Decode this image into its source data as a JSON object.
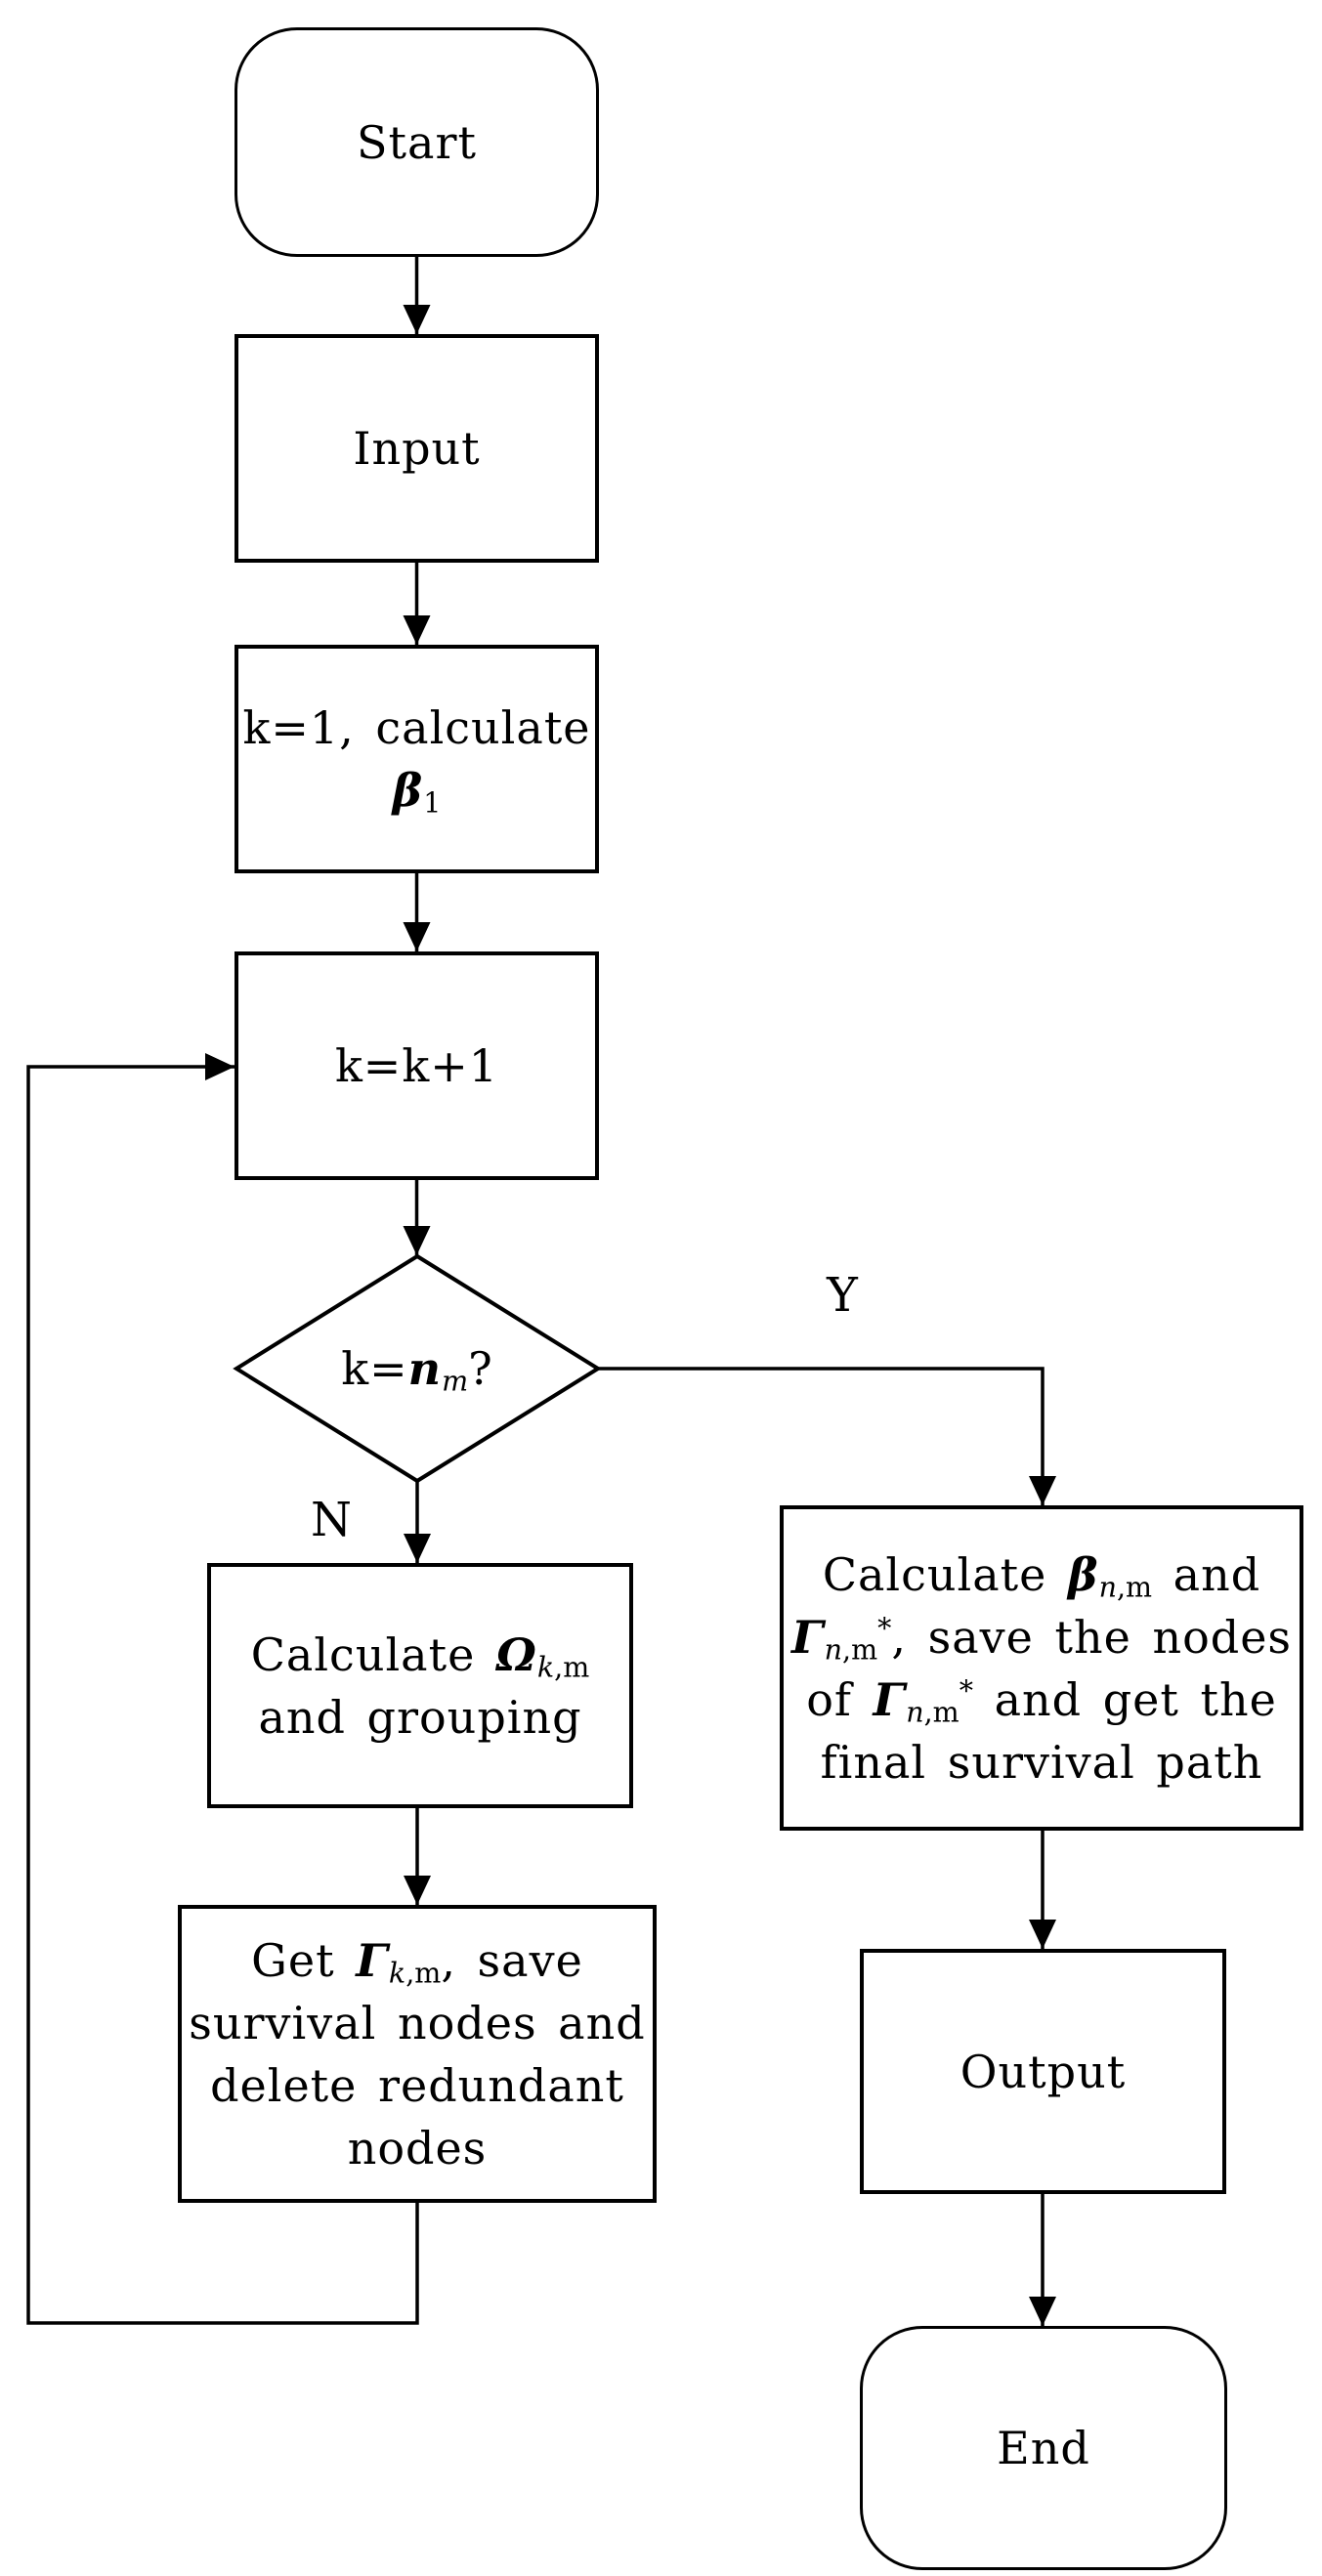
{
  "flowchart": {
    "type": "flowchart",
    "colors": {
      "stroke": "#000000",
      "background": "#ffffff",
      "text": "#000000"
    },
    "branch_labels": {
      "yes": "Y",
      "no": "N"
    },
    "nodes": {
      "start": {
        "shape": "rounded-terminator",
        "label": [
          [
            "n",
            "Start"
          ]
        ]
      },
      "input": {
        "shape": "rect",
        "label": [
          [
            "n",
            "Input"
          ]
        ]
      },
      "init": {
        "shape": "rect",
        "label": [
          [
            "n",
            "k=1, calculate"
          ],
          [
            "br"
          ],
          [
            "bi",
            "β"
          ],
          [
            "sub",
            "1"
          ]
        ]
      },
      "increment": {
        "shape": "rect",
        "label": [
          [
            "n",
            "k=k+1"
          ]
        ]
      },
      "decision": {
        "shape": "diamond",
        "label": [
          [
            "n",
            "k="
          ],
          [
            "bi",
            "n"
          ],
          [
            "subi",
            "m"
          ],
          [
            "n",
            "?"
          ]
        ]
      },
      "calc_final": {
        "shape": "rect",
        "label": [
          [
            "n",
            "Calculate "
          ],
          [
            "bi",
            "β"
          ],
          [
            "subi",
            "n"
          ],
          [
            "sub",
            ",m"
          ],
          [
            "n",
            " and"
          ],
          [
            "br"
          ],
          [
            "bi",
            "Γ"
          ],
          [
            "subi",
            "n"
          ],
          [
            "sub",
            ",m"
          ],
          [
            "sup",
            "*"
          ],
          [
            "n",
            ", save the nodes"
          ],
          [
            "br"
          ],
          [
            "n",
            "of "
          ],
          [
            "bi",
            "Γ"
          ],
          [
            "subi",
            "n"
          ],
          [
            "sub",
            ",m"
          ],
          [
            "sup",
            "*"
          ],
          [
            "n",
            " and get the"
          ],
          [
            "br"
          ],
          [
            "n",
            "final survival path"
          ]
        ]
      },
      "calc_omega": {
        "shape": "rect",
        "label": [
          [
            "n",
            "Calculate "
          ],
          [
            "bi",
            "Ω"
          ],
          [
            "subi",
            "k"
          ],
          [
            "sub",
            ",m"
          ],
          [
            "br"
          ],
          [
            "n",
            "and grouping"
          ]
        ]
      },
      "get_gamma": {
        "shape": "rect",
        "label": [
          [
            "n",
            "Get "
          ],
          [
            "bi",
            "Γ"
          ],
          [
            "subi",
            "k"
          ],
          [
            "sub",
            ",m"
          ],
          [
            "n",
            ", save"
          ],
          [
            "br"
          ],
          [
            "n",
            "survival nodes and"
          ],
          [
            "br"
          ],
          [
            "n",
            "delete redundant"
          ],
          [
            "br"
          ],
          [
            "n",
            "nodes"
          ]
        ]
      },
      "output": {
        "shape": "rect",
        "label": [
          [
            "n",
            "Output"
          ]
        ]
      },
      "end": {
        "shape": "rounded-terminator",
        "label": [
          [
            "n",
            "End"
          ]
        ]
      }
    },
    "edges": [
      {
        "from": "start",
        "to": "input"
      },
      {
        "from": "input",
        "to": "init"
      },
      {
        "from": "init",
        "to": "increment"
      },
      {
        "from": "increment",
        "to": "decision"
      },
      {
        "from": "decision",
        "to": "calc_omega",
        "label": "N"
      },
      {
        "from": "decision",
        "to": "calc_final",
        "label": "Y"
      },
      {
        "from": "calc_omega",
        "to": "get_gamma"
      },
      {
        "from": "get_gamma",
        "to": "increment",
        "type": "loop-back"
      },
      {
        "from": "calc_final",
        "to": "output"
      },
      {
        "from": "output",
        "to": "end"
      }
    ]
  }
}
